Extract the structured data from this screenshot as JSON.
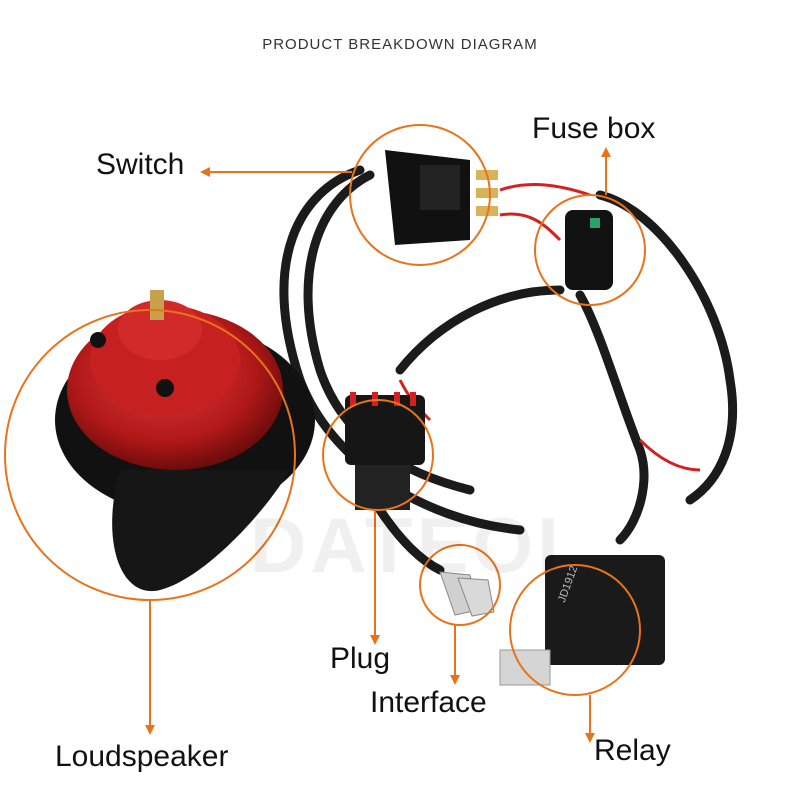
{
  "diagram": {
    "title": "PRODUCT BREAKDOWN DIAGRAM",
    "watermark": "DATEOI",
    "accent_color": "#e8731a",
    "labels": {
      "switch": "Switch",
      "fuse_box": "Fuse box",
      "plug": "Plug",
      "interface": "Interface",
      "loudspeaker": "Loudspeaker",
      "relay": "Relay"
    },
    "components": {
      "relay_marking": "JD1912"
    }
  }
}
